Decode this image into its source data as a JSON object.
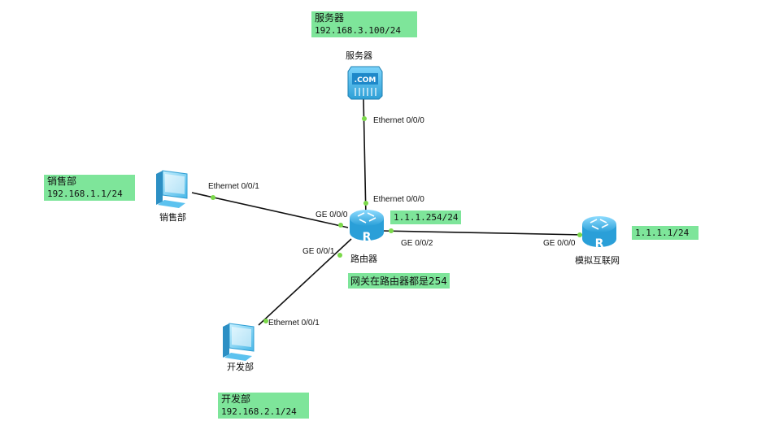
{
  "devices": {
    "server": {
      "name": "服务器",
      "screen_text": ".COM"
    },
    "router": {
      "name": "路由器",
      "letter": "R"
    },
    "internet_router": {
      "name": "模拟互联网",
      "letter": "R"
    },
    "sales_pc": {
      "name": "销售部"
    },
    "dev_pc": {
      "name": "开发部"
    }
  },
  "ports": {
    "server_eth": "Ethernet 0/0/0",
    "router_eth_top": "Ethernet 0/0/0",
    "sales_eth": "Ethernet 0/0/1",
    "router_ge000": "GE 0/0/0",
    "router_ge001": "GE 0/0/1",
    "router_ge002": "GE 0/0/2",
    "internet_ge000": "GE 0/0/0",
    "dev_eth": "Ethernet 0/0/1"
  },
  "labels": {
    "server": {
      "title": "服务器",
      "ip": "192.168.3.100/24"
    },
    "sales": {
      "title": "销售部",
      "ip": "192.168.1.1/24"
    },
    "dev": {
      "title": "开发部",
      "ip": "192.168.2.1/24"
    },
    "router_ip": "1.1.1.254/24",
    "internet_ip": "1.1.1.1/24",
    "gateway_note": "网关在路由器都是254"
  },
  "colors": {
    "label_bg": "#7ee59a",
    "link": "#111111",
    "port_dot": "#7bd94a",
    "device_blue": "#3ab6ea"
  }
}
